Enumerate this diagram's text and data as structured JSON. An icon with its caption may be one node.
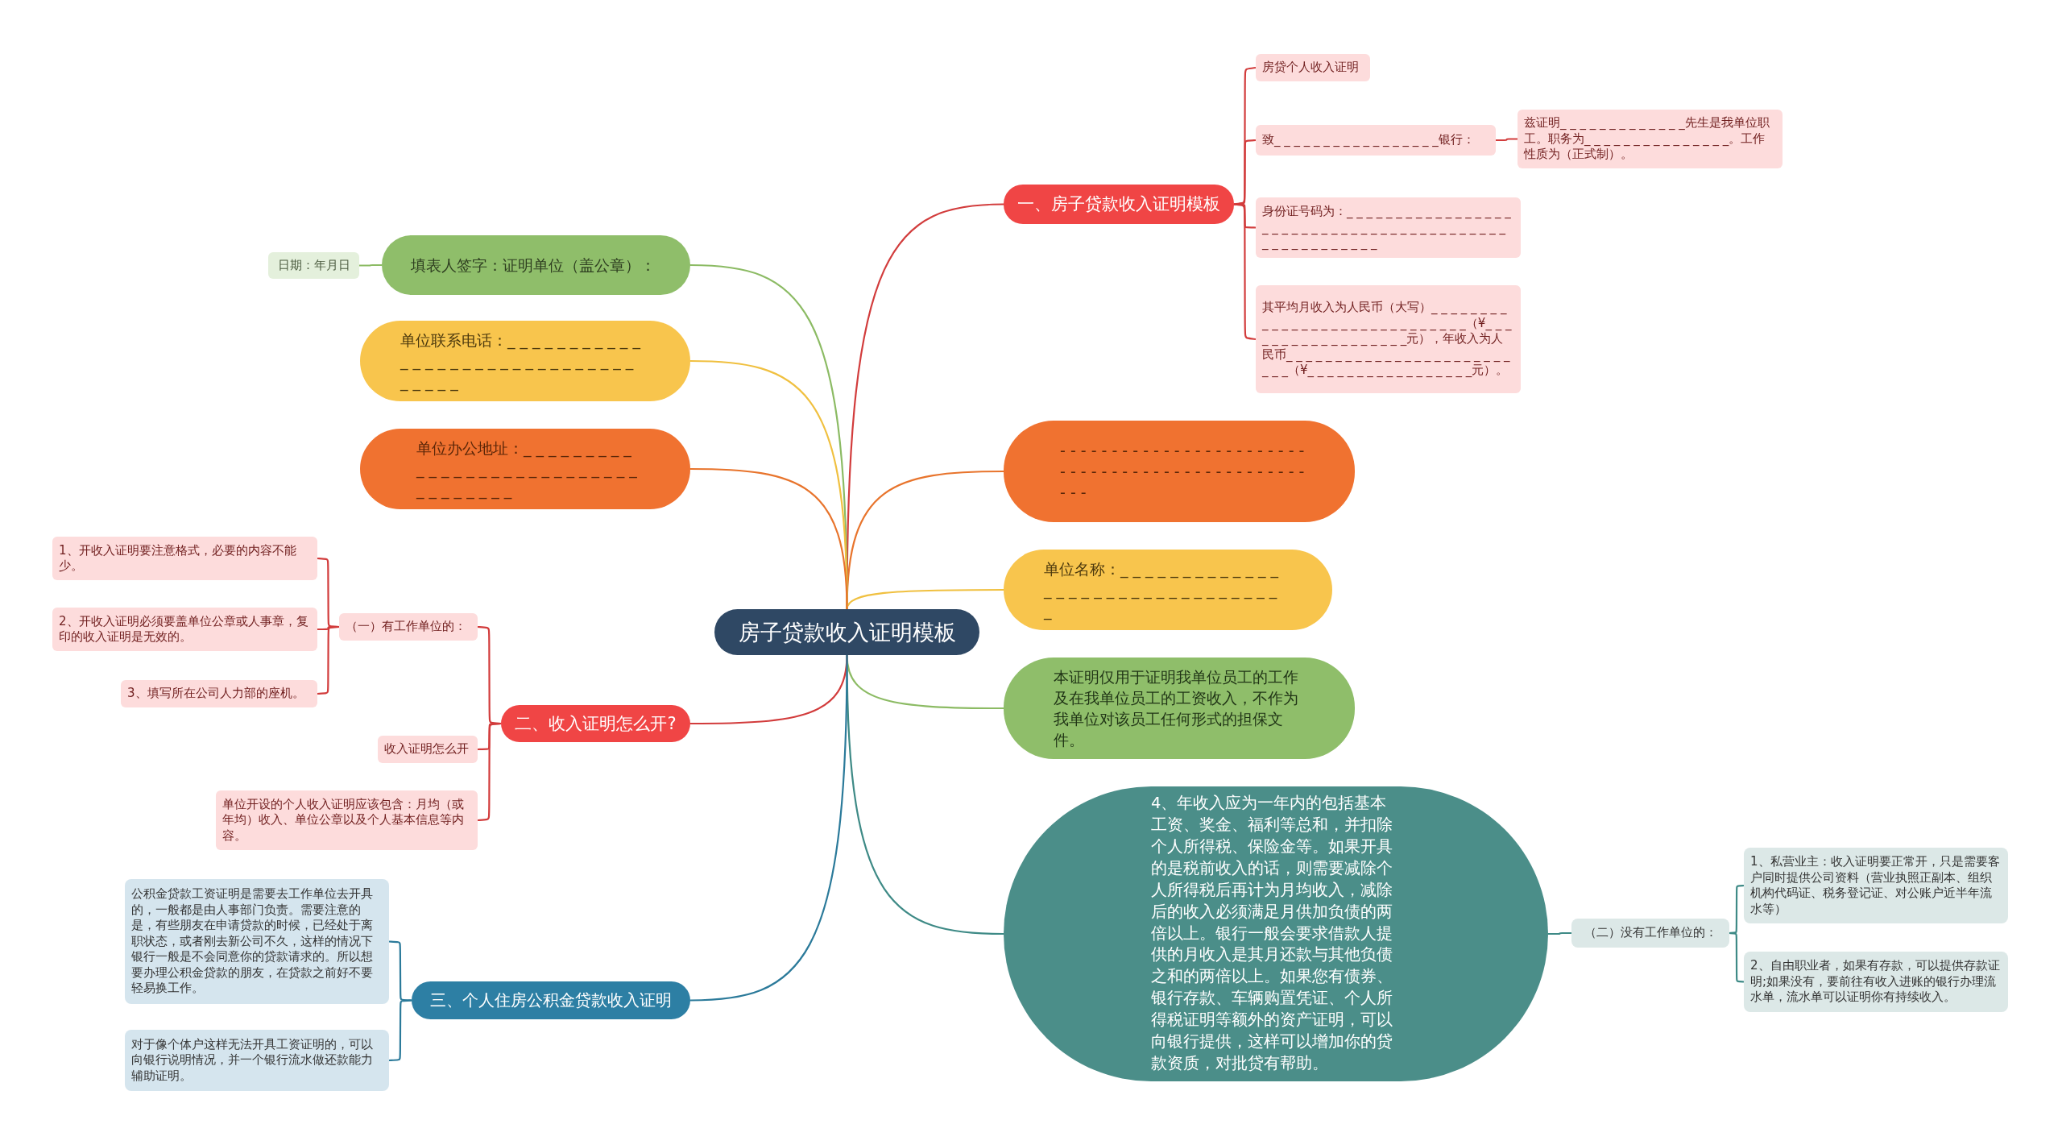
{
  "diagram": {
    "nodes": [
      {
        "text": [
          "房子贷款收入证明模板"
        ]
      },
      {
        "text": [
          "一、房子贷款收入证明模板"
        ]
      },
      {
        "text": [
          "房贷个人收入证明"
        ]
      },
      {
        "text": [
          "致_ _ _ _ _ _ _ _ _ _ _ _ _ _ _ _ _银行："
        ]
      },
      {
        "text": [
          "兹证明_ _ _ _ _ _ _ _ _ _ _ _ _先生是我单位职工。职务为_ _ _ _ _ _ _ _ _ _ _ _ _ _ _。工作性质为（正式制）。"
        ]
      },
      {
        "text": [
          "身份证号码为：_ _ _ _ _ _ _ _ _ _ _ _ _ _ _ _ _ _ _ _ _ _ _ _ _ _ _ _ _ _ _ _ _ _ _ _ _ _ _ _ _ _ _ _ _ _ _ _ _ _ _ _ _ _"
        ]
      },
      {
        "text": [
          "其平均月收入为人民币（大写）_ _ _ _ _ _ _ _ _ _ _ _ _ _ _ _ _ _ _ _ _ _ _ _ _ _ _ _ _（¥_ _ _ _ _ _ _ _ _ _ _ _ _ _ _ _ _ _元），年收入为人民币_ _ _ _ _ _ _ _ _ _ _ _ _ _ _ _ _ _ _ _ _ _ _ _ _ _（¥_ _ _ _ _ _ _ _ _ _ _ _ _ _ _ _ _元）。"
        ]
      },
      {
        "text": [
          "- - - - - - - - - - - - - - - - - - - - - - - - - - - - - - - - - - - - - - - - - - - - - - - - - - -"
        ]
      },
      {
        "text": [
          "单位名称：_ _ _ _ _ _ _ _ _ _ _ _ _ _ _ _ _ _ _ _ _ _ _ _ _ _ _ _ _ _ _ _ _"
        ]
      },
      {
        "text": [
          "本证明仅用于证明我单位员工的工作及在我单位员工的工资收入，不作为我单位对该员工任何形式的担保文件。"
        ]
      },
      {
        "text": [
          "4、年收入应为一年内的包括基本工资、奖金、福利等总和，并扣除个人所得税、保险金等。如果开具的是税前收入的话，则需要减除个人所得税后再计为月均收入，减除后的收入必须满足月供加负债的两倍以上。银行一般会要求借款人提供的月收入是其月还款与其他负债之和的两倍以上。如果您有债券、银行存款、车辆购置凭证、个人所得税证明等额外的资产证明，可以向银行提供，这样可以增加你的贷款资质，对批贷有帮助。"
        ]
      },
      {
        "text": [
          "（二）没有工作单位的："
        ]
      },
      {
        "text": [
          "1、私营业主：收入证明要正常开，只是需要客户同时提供公司资料（营业执照正副本、组织机构代码证、税务登记证、对公账户近半年流水等）"
        ]
      },
      {
        "text": [
          "2、自由职业者，如果有存款，可以提供存款证明;如果没有，要前往有收入进账的银行办理流水单，流水单可以证明你有持续收入。"
        ]
      },
      {
        "text": [
          "填表人签字：证明单位（盖公章）："
        ]
      },
      {
        "text": [
          "日期：年月日"
        ]
      },
      {
        "text": [
          "单位联系电话：_ _ _ _ _ _ _ _ _ _ _ _ _ _ _ _ _ _ _ _ _ _ _ _ _ _ _ _ _ _ _ _ _ _ _"
        ]
      },
      {
        "text": [
          "单位办公地址：_ _ _ _ _ _ _ _ _ _ _ _ _ _ _ _ _ _ _ _ _ _ _ _ _ _ _ _ _ _ _ _ _ _ _"
        ]
      },
      {
        "text": [
          "二、收入证明怎么开?"
        ]
      },
      {
        "text": [
          "（一）有工作单位的："
        ]
      },
      {
        "text": [
          "1、开收入证明要注意格式，必要的内容不能少。"
        ]
      },
      {
        "text": [
          "2、开收入证明必须要盖单位公章或人事章，复印的收入证明是无效的。"
        ]
      },
      {
        "text": [
          "3、填写所在公司人力部的座机。"
        ]
      },
      {
        "text": [
          "收入证明怎么开"
        ]
      },
      {
        "text": [
          "单位开设的个人收入证明应该包含：月均（或年均）收入、单位公章以及个人基本信息等内容。"
        ]
      },
      {
        "text": [
          "三、个人住房公积金贷款收入证明"
        ]
      },
      {
        "text": [
          "公积金贷款工资证明是需要去工作单位去开具的，一般都是由人事部门负责。需要注意的是，有些朋友在申请贷款的时候，已经处于离职状态，或者刚去新公司不久，这样的情况下银行一般是不会同意你的贷款请求的。所以想要办理公积金贷款的朋友，在贷款之前好不要轻易换工作。"
        ]
      },
      {
        "text": [
          "对于像个体户这样无法开具工资证明的，可以向银行说明情况，并一个银行流水做还款能力辅助证明。"
        ]
      }
    ],
    "edges": [
      {
        "from": 0,
        "to": 1,
        "arrow": "none"
      },
      {
        "from": 1,
        "to": 2,
        "arrow": "none"
      },
      {
        "from": 1,
        "to": 3,
        "arrow": "none"
      },
      {
        "from": 3,
        "to": 4,
        "arrow": "none"
      },
      {
        "from": 1,
        "to": 5,
        "arrow": "none"
      },
      {
        "from": 1,
        "to": 6,
        "arrow": "none"
      },
      {
        "from": 0,
        "to": 7,
        "arrow": "none",
        "color": "#e8742c"
      },
      {
        "from": 0,
        "to": 8,
        "arrow": "none",
        "color": "#f0c040"
      },
      {
        "from": 0,
        "to": 9,
        "arrow": "none",
        "color": "#8cbb64"
      },
      {
        "from": 0,
        "to": 10,
        "arrow": "none",
        "color": "#3e8a86"
      },
      {
        "from": 10,
        "to": 11,
        "arrow": "none",
        "color": "#3e8a86"
      },
      {
        "from": 11,
        "to": 12,
        "arrow": "none",
        "color": "#3e8a86"
      },
      {
        "from": 11,
        "to": 13,
        "arrow": "none",
        "color": "#3e8a86"
      },
      {
        "from": 0,
        "to": 14,
        "arrow": "none",
        "color": "#8cbb64"
      },
      {
        "from": 14,
        "to": 15,
        "arrow": "none",
        "color": "#8cbb64"
      },
      {
        "from": 0,
        "to": 16,
        "arrow": "none",
        "color": "#f0c040"
      },
      {
        "from": 0,
        "to": 17,
        "arrow": "none",
        "color": "#e8742c"
      },
      {
        "from": 0,
        "to": 18,
        "arrow": "none"
      },
      {
        "from": 18,
        "to": 19,
        "arrow": "none"
      },
      {
        "from": 19,
        "to": 20,
        "arrow": "none"
      },
      {
        "from": 19,
        "to": 21,
        "arrow": "none"
      },
      {
        "from": 19,
        "to": 22,
        "arrow": "none"
      },
      {
        "from": 18,
        "to": 23,
        "arrow": "none"
      },
      {
        "from": 18,
        "to": 24,
        "arrow": "none"
      },
      {
        "from": 0,
        "to": 25,
        "arrow": "none",
        "color": "#2b7a9a"
      },
      {
        "from": 25,
        "to": 26,
        "arrow": "none",
        "color": "#2b7a9a"
      },
      {
        "from": 25,
        "to": 27,
        "arrow": "none",
        "color": "#2b7a9a"
      }
    ]
  }
}
